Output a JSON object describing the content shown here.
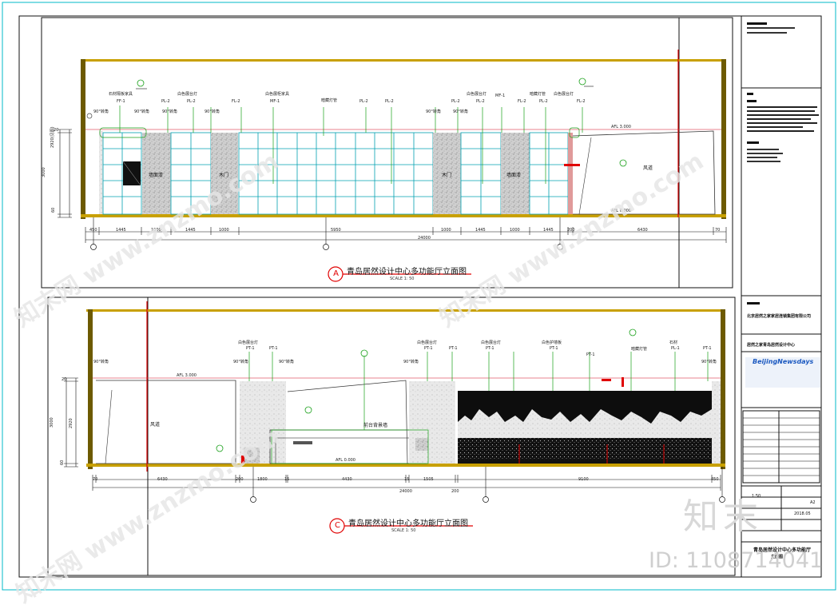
{
  "sheet": {
    "drawing_a_title": "青岛居然设计中心多功能厅立面图",
    "drawing_a_scale": "SCALE 1: 50",
    "drawing_a_marker": "A",
    "drawing_c_title": "青岛居然设计中心多功能厅立面图",
    "drawing_c_scale": "SCALE 1: 50",
    "drawing_c_marker": "C"
  },
  "elevation_a": {
    "level_top": "AFL 3.000",
    "level_bottom": "AFL 0.000",
    "height_dims": [
      "20",
      "2920(见图)",
      "3000",
      "60"
    ],
    "room_labels": [
      "墙面漆",
      "木门",
      "木门",
      "墙面漆",
      "风道"
    ],
    "callouts": [
      "石材隔板家具",
      "90°转角",
      "90°转角",
      "90°转角",
      "90°转角",
      "90°转角",
      "90°转角",
      "白色展台灯",
      "暗藏灯管",
      "白色展柜家具",
      "白色展台灯",
      "暗藏灯管",
      "白色展台灯"
    ],
    "callout_refs": [
      "FF-1",
      "PL-2",
      "PL-2",
      "FL-2",
      "MF-1",
      "PL-2",
      "PL-2",
      "PL-2",
      "PL-2",
      "MF-1",
      "FL-2",
      "PL-2",
      "FL-2"
    ],
    "bottom_dims": [
      "450",
      "1445",
      "1000",
      "1445",
      "1000",
      "5950",
      "1000",
      "1445",
      "1000",
      "1445",
      "200",
      "6430",
      "70"
    ],
    "total_dim": "24000"
  },
  "elevation_c": {
    "level_top": "AFL 3.000",
    "level_bottom": "AFL 0.000",
    "height_dims": [
      "20",
      "2920",
      "3000",
      "60"
    ],
    "room_labels": [
      "风道",
      "前台背景墙"
    ],
    "callouts": [
      "90°转角",
      "白色展台灯",
      "90°转角",
      "90°转角",
      "白色展台灯",
      "白色展台灯",
      "白色护墙板",
      "90°转角",
      "暗藏灯管",
      "石材",
      "90°转角"
    ],
    "callout_refs": [
      "PT-1",
      "PT-1",
      "PT-1",
      "PT-1",
      "PT-1",
      "PT-1",
      "PT-1",
      "PL-1",
      "PT-1"
    ],
    "bottom_dims": [
      "70",
      "6430",
      "200",
      "1800",
      "15",
      "4430",
      "15",
      "1505",
      "200",
      "9100",
      "450"
    ],
    "total_dim": "24000"
  },
  "title_block": {
    "company": "北京居然之家家居连锁集团有限公司",
    "project_line": "居然之家青岛居然设计中心",
    "brand": "BeijingNewsdays",
    "drawing_name": "青岛居然设计中心多功能厅",
    "drawing_sub": "立面图",
    "scale_value": "1:50",
    "sheet_size": "A2",
    "date": "2018.05"
  },
  "watermark": {
    "logo": "知末",
    "id_text": "ID: 1108714041",
    "site": "知末网 www.znzmo.com"
  }
}
